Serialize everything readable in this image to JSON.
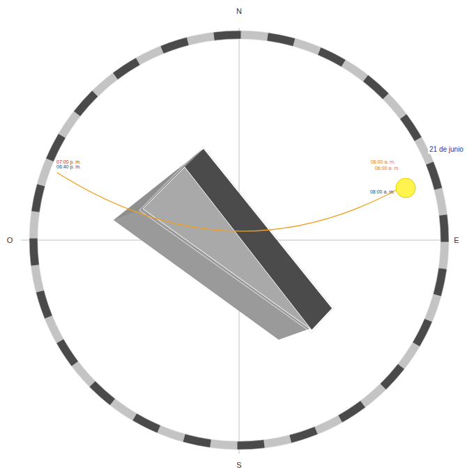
{
  "diagram": {
    "labels": [
      "N",
      "S",
      "O",
      "E",
      "21 de junio",
      "07:00 p. m.",
      "06:40 p. m.",
      "06:00 a. m.",
      "06:00 a. m.",
      "08:00 a. m."
    ]
  }
}
